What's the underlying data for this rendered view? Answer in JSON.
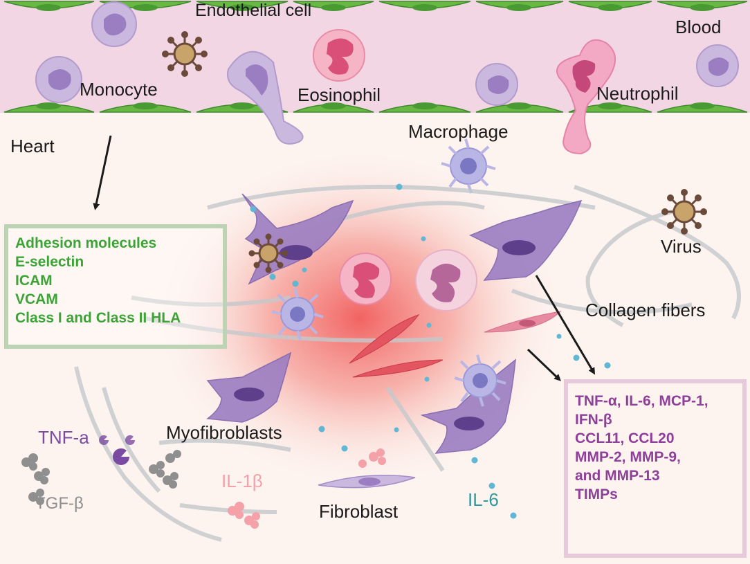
{
  "labels": {
    "endothelial": "Endothelial cell",
    "blood": "Blood",
    "monocyte": "Monocyte",
    "eosinophil": "Eosinophil",
    "neutrophil": "Neutrophil",
    "macrophage": "Macrophage",
    "heart": "Heart",
    "virus": "Virus",
    "collagen": "Collagen fibers",
    "myofibroblasts": "Myofibroblasts",
    "fibroblast": "Fibroblast",
    "tnf": "TNF-a",
    "tgf": "TGF-β",
    "il1": "IL-1β",
    "il6": "IL-6"
  },
  "adhesion_box": {
    "items": [
      "Adhesion molecules",
      "E-selectin",
      "ICAM",
      "VCAM",
      "Class I and Class II HLA"
    ]
  },
  "cytokine_box": {
    "items": [
      "TNF-α, IL-6, MCP-1,",
      "IFN-β",
      "CCL11, CCL20",
      "MMP-2, MMP-9,",
      "and MMP-13",
      "TIMPs"
    ]
  },
  "colors": {
    "blood_vessel": "#f3d6e4",
    "endothelium": "#69b843",
    "adhesion_text": "#3aa435",
    "adhesion_border": "#bcd3b4",
    "cytokine_text": "#8e3f99",
    "cytokine_border": "#e6cadb",
    "inflammation": "#ef4a4a",
    "cell_purple": "#9b7ec2",
    "tnf_color": "#7a4ba0",
    "tgf_color": "#8f8f8f",
    "il1_color": "#f4a1a8",
    "il6_color": "#2e9a9e"
  }
}
